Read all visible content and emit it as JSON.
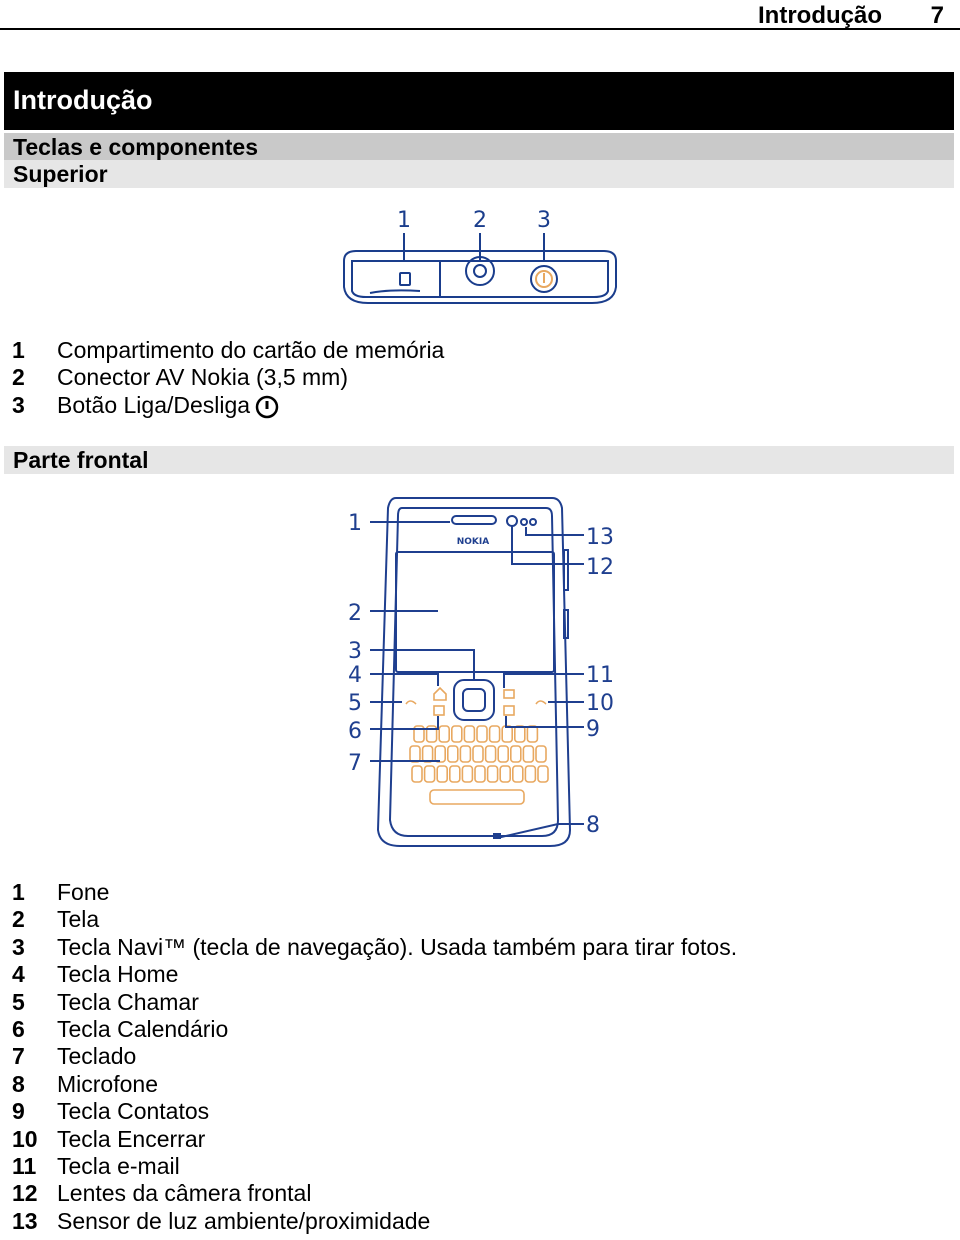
{
  "header": {
    "section": "Introdução",
    "page_number": "7"
  },
  "chapter_title": "Introdução",
  "section_title": "Teclas e componentes",
  "top_heading": "Superior",
  "top_figure_callouts": [
    "1",
    "2",
    "3"
  ],
  "top_items": [
    {
      "num": "1",
      "text": "Compartimento do cartão de memória"
    },
    {
      "num": "2",
      "text": "Conector AV Nokia (3,5 mm)"
    },
    {
      "num": "3",
      "text": "Botão Liga/Desliga",
      "icon": "power-icon"
    }
  ],
  "front_heading": "Parte frontal",
  "front_figure": {
    "brand": "NOKIA",
    "callouts_left": [
      "1",
      "2",
      "3",
      "4",
      "5",
      "6",
      "7"
    ],
    "callouts_right": [
      "13",
      "12",
      "11",
      "10",
      "9",
      "8"
    ]
  },
  "front_items": [
    {
      "num": "1",
      "text": "Fone"
    },
    {
      "num": "2",
      "text": "Tela"
    },
    {
      "num": "3",
      "text": "Tecla Navi™ (tecla de navegação). Usada também para tirar fotos."
    },
    {
      "num": "4",
      "text": "Tecla Home"
    },
    {
      "num": "5",
      "text": "Tecla Chamar"
    },
    {
      "num": "6",
      "text": "Tecla Calendário"
    },
    {
      "num": "7",
      "text": "Teclado"
    },
    {
      "num": "8",
      "text": "Microfone"
    },
    {
      "num": "9",
      "text": "Tecla Contatos"
    },
    {
      "num": "10",
      "text": "Tecla Encerrar"
    },
    {
      "num": "11",
      "text": "Tecla e-mail"
    },
    {
      "num": "12",
      "text": "Lentes da câmera frontal"
    },
    {
      "num": "13",
      "text": "Sensor de luz ambiente/proximidade"
    }
  ],
  "colors": {
    "phone_outline": "#1f3f8f",
    "key_outline": "#e8a860",
    "callout": "#000000"
  }
}
